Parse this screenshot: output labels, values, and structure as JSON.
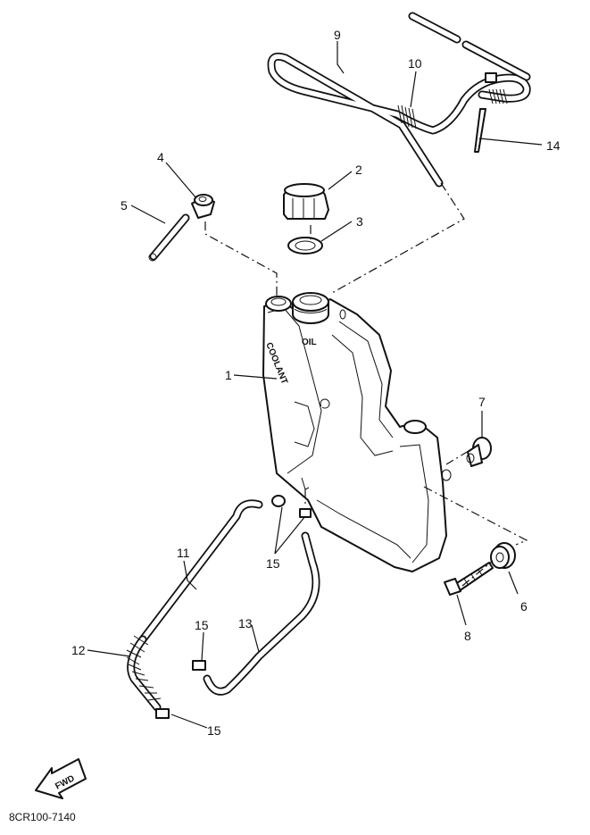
{
  "callouts": {
    "c1": "1",
    "c2": "2",
    "c3": "3",
    "c4": "4",
    "c5": "5",
    "c6": "6",
    "c7": "7",
    "c8": "8",
    "c9": "9",
    "c10": "10",
    "c11": "11",
    "c12": "12",
    "c13": "13",
    "c14": "14",
    "c15a": "15",
    "c15b": "15",
    "c15c": "15"
  },
  "tank_labels": {
    "oil": "OIL",
    "coolant": "COOLANT",
    "fwd": "FWD"
  },
  "drawing_code": "8CR100-7140"
}
